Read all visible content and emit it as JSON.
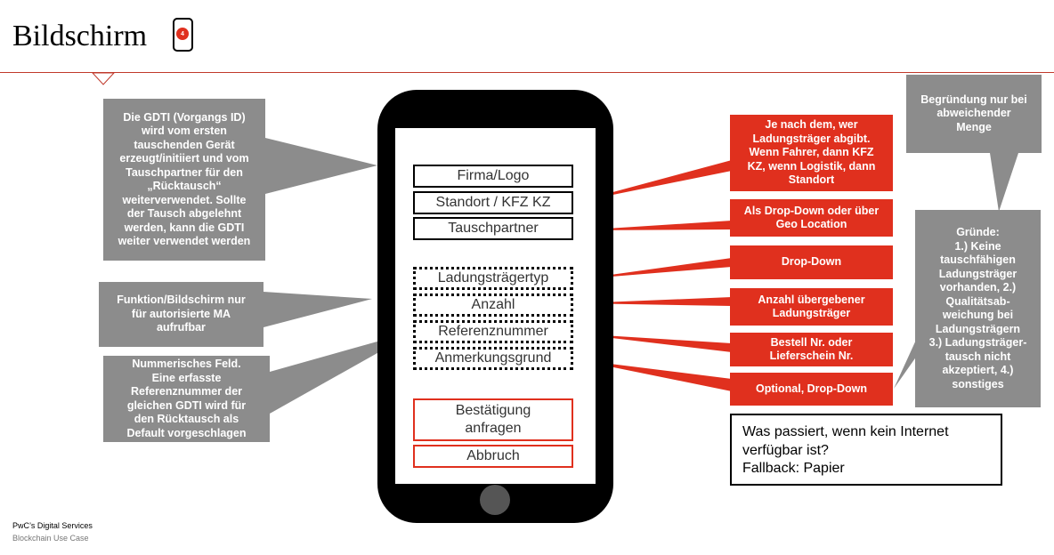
{
  "header": {
    "title": "Bildschirm",
    "badge": "4"
  },
  "phone": {
    "fields": {
      "firma": "Firma/Logo",
      "standort": "Standort / KFZ KZ",
      "tauschpartner": "Tauschpartner",
      "ladungstraegertyp": "Ladungsträgertyp",
      "anzahl": "Anzahl",
      "referenznummer": "Referenznummer",
      "anmerkungsgrund": "Anmerkungsgrund"
    },
    "buttons": {
      "confirm": "Bestätigung\nanfragen",
      "cancel": "Abbruch"
    }
  },
  "left_notes": {
    "gdti": "Die GDTI (Vorgangs ID)\nwird vom ersten\ntauschenden Gerät\nerzeugt/initiiert und vom\nTauschpartner für den\n„Rücktausch“\nweiterverwendet. Sollte\nder Tausch abgelehnt\nwerden, kann die GDTI\nweiter verwendet werden",
    "funktion": "Funktion/Bildschirm nur\nfür autorisierte MA\naufrufbar",
    "numerisch": "Nummerisches Feld.\nEine erfasste\nReferenznummer der\ngleichen GDTI wird für\nden Rücktausch als\nDefault vorgeschlagen"
  },
  "right_notes": {
    "standort": "Je nach dem, wer\nLadungsträger abgibt.\nWenn Fahrer, dann KFZ\nKZ, wenn Logistik, dann\nStandort",
    "tauschpartner": "Als Drop-Down oder über\nGeo Location",
    "ladungstraegertyp": "Drop-Down",
    "anzahl": "Anzahl übergebener\nLadungsträger",
    "referenz": "Bestell Nr. oder\nLieferschein Nr.",
    "anmerkung": "Optional, Drop-Down"
  },
  "far_right_notes": {
    "begruendung": "Begründung nur bei\nabweichender\nMenge",
    "gruende": "Gründe:\n1.) Keine\ntauschfähigen\nLadungsträger\nvorhanden, 2.)\nQualitätsab-\nweichung bei\nLadungsträgern\n3.) Ladungsträger-\ntausch nicht\nakzeptiert, 4.)\nsonstiges"
  },
  "question_box": {
    "line1": "Was passiert, wenn kein Internet",
    "line2": "verfügbar ist?",
    "line3": "Fallback: Papier"
  },
  "footer": {
    "brand": "PwC’s Digital Services",
    "subtitle": "Blockchain Use Case"
  },
  "colors": {
    "accent_red": "#e0301e",
    "note_grey": "#8c8c8c",
    "rule_red": "#c0392b"
  }
}
